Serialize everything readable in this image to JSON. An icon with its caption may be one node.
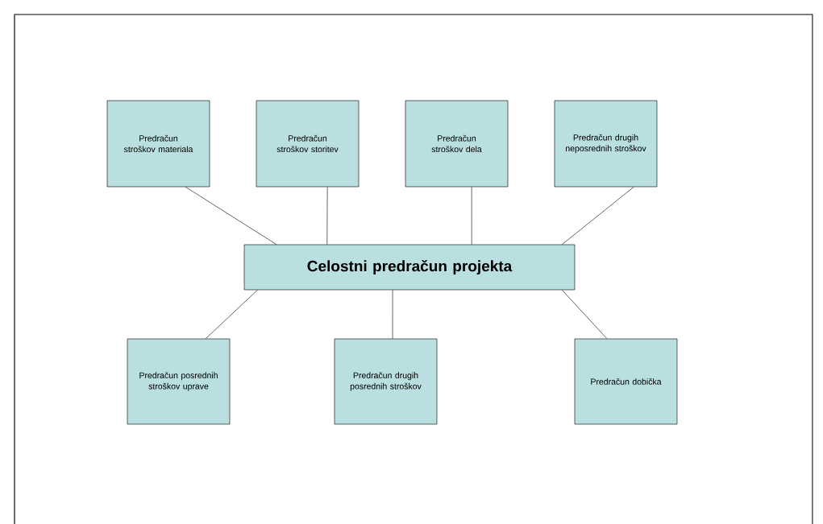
{
  "diagram": {
    "nodes": [
      {
        "text": [
          "Celostni predračun projekta"
        ]
      },
      {
        "text": [
          "Predračun stroškov materiala"
        ]
      },
      {
        "text": [
          "Predračun stroškov storitev"
        ]
      },
      {
        "text": [
          "Predračun stroškov dela"
        ]
      },
      {
        "text": [
          "Predračun drugih neposrednih stroškov"
        ]
      },
      {
        "text": [
          "Predračun posrednih stroškov uprave"
        ]
      },
      {
        "text": [
          "Predračun drugih posrednih stroškov"
        ]
      },
      {
        "text": [
          "Predračun dobička"
        ]
      }
    ],
    "edges": [
      {
        "from": 0,
        "to": 1,
        "arrow": "none"
      },
      {
        "from": 0,
        "to": 2,
        "arrow": "none"
      },
      {
        "from": 0,
        "to": 3,
        "arrow": "none"
      },
      {
        "from": 0,
        "to": 4,
        "arrow": "none"
      },
      {
        "from": 0,
        "to": 5,
        "arrow": "none"
      },
      {
        "from": 0,
        "to": 6,
        "arrow": "none"
      },
      {
        "from": 0,
        "to": 7,
        "arrow": "none"
      }
    ]
  }
}
